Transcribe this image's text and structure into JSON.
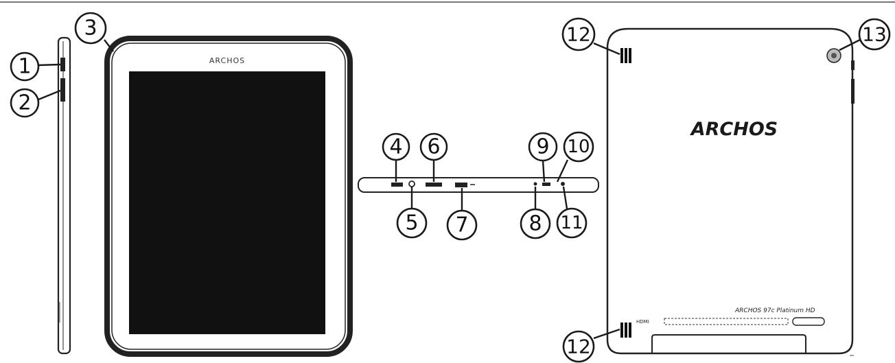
{
  "front": {
    "brand": "ARCHOS"
  },
  "back": {
    "brand": "ARCHOS",
    "model": "ARCHOS 97c Platinum HD",
    "port_label": "HDMI"
  },
  "callouts": [
    {
      "id": "1",
      "label": "1"
    },
    {
      "id": "2",
      "label": "2"
    },
    {
      "id": "3",
      "label": "3"
    },
    {
      "id": "4",
      "label": "4"
    },
    {
      "id": "5",
      "label": "5"
    },
    {
      "id": "6",
      "label": "6"
    },
    {
      "id": "7",
      "label": "7"
    },
    {
      "id": "8",
      "label": "8"
    },
    {
      "id": "9",
      "label": "9"
    },
    {
      "id": "10",
      "label": "10"
    },
    {
      "id": "11",
      "label": "11"
    },
    {
      "id": "12a",
      "label": "12"
    },
    {
      "id": "12b",
      "label": "12"
    },
    {
      "id": "13",
      "label": "13"
    }
  ],
  "colors": {
    "line": "#1a1a1a",
    "screen": "#111111",
    "background": "#ffffff"
  }
}
